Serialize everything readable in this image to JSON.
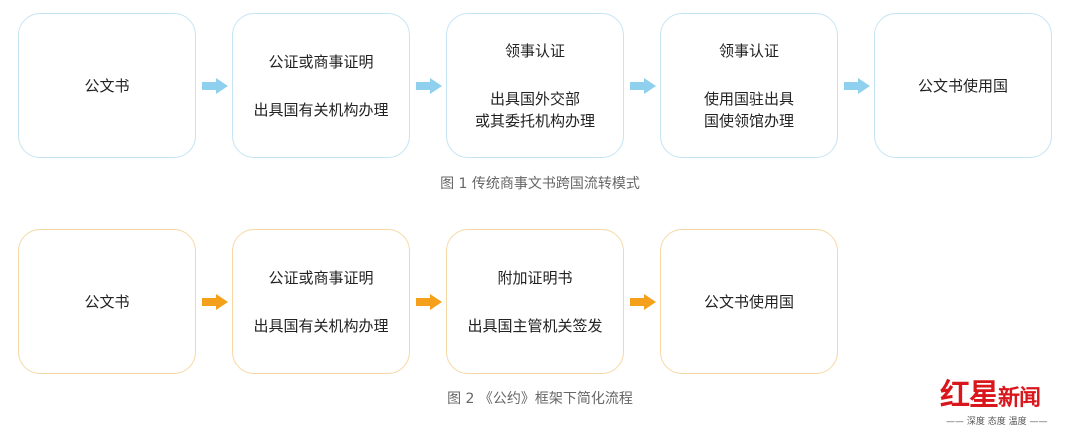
{
  "diagram1": {
    "boxes": [
      {
        "lines": [
          "公文书"
        ]
      },
      {
        "title": "公证或商事证明",
        "lines": [
          "出具国有关机构办理"
        ]
      },
      {
        "title": "领事认证",
        "lines": [
          "出具国外交部",
          "或其委托机构办理"
        ]
      },
      {
        "title": "领事认证",
        "lines": [
          "使用国驻出具",
          "国使领馆办理"
        ]
      },
      {
        "lines": [
          "公文书使用国"
        ]
      }
    ],
    "caption": "图 1  传统商事文书跨国流转模式",
    "border_color": "#c4e4f4",
    "arrow_color": "#8fd0ef"
  },
  "diagram2": {
    "boxes": [
      {
        "lines": [
          "公文书"
        ]
      },
      {
        "title": "公证或商事证明",
        "lines": [
          "出具国有关机构办理"
        ]
      },
      {
        "title": "附加证明书",
        "lines": [
          "出具国主管机关签发"
        ]
      },
      {
        "lines": [
          "公文书使用国"
        ]
      }
    ],
    "caption": "图 2  《公约》框架下简化流程",
    "border_color": "#f6d8a4",
    "arrow_color": "#f5a01a"
  },
  "logo": {
    "name_a": "红星",
    "name_b": "新闻",
    "slogan": "—— 深度 态度 温度 ——"
  }
}
